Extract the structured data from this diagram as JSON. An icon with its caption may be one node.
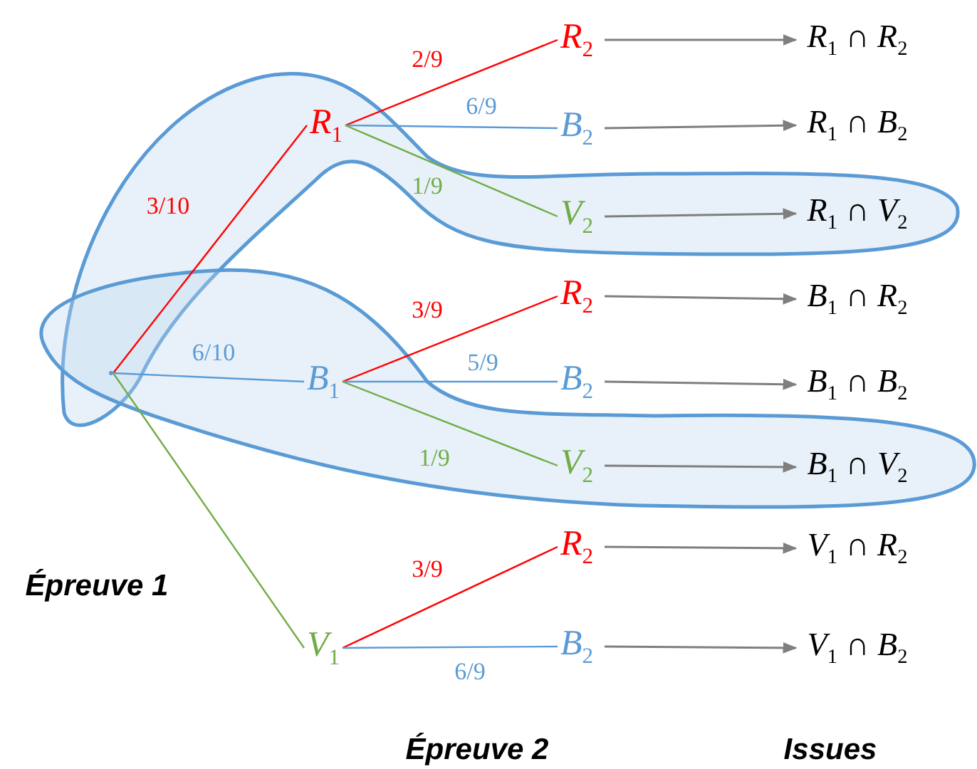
{
  "diagram": {
    "nodes": [
      {
        "text": [],
        "shape": "point"
      },
      {
        "text": [
          "R$_{1}$"
        ]
      },
      {
        "text": [
          "B$_{1}$"
        ]
      },
      {
        "text": [
          "V$_{1}$"
        ]
      },
      {
        "text": [
          "R$_{2}$"
        ]
      },
      {
        "text": [
          "B$_{2}$"
        ]
      },
      {
        "text": [
          "V$_{2}$"
        ]
      },
      {
        "text": [
          "R$_{2}$"
        ]
      },
      {
        "text": [
          "B$_{2}$"
        ]
      },
      {
        "text": [
          "V$_{2}$"
        ]
      },
      {
        "text": [
          "R$_{2}$"
        ]
      },
      {
        "text": [
          "B$_{2}$"
        ]
      },
      {
        "text": [
          "R$_{1}$ ∩ R$_{2}$"
        ]
      },
      {
        "text": [
          "R$_{1}$ ∩ B$_{2}$"
        ]
      },
      {
        "text": [
          "R$_{1}$ ∩ V$_{2}$"
        ]
      },
      {
        "text": [
          "B$_{1}$ ∩ R$_{2}$"
        ]
      },
      {
        "text": [
          "B$_{1}$ ∩ B$_{2}$"
        ]
      },
      {
        "text": [
          "B$_{1}$ ∩ V$_{2}$"
        ]
      },
      {
        "text": [
          "V$_{1}$ ∩ R$_{2}$"
        ]
      },
      {
        "text": [
          "V$_{1}$ ∩ B$_{2}$"
        ]
      }
    ],
    "edges": [
      {
        "from": 0,
        "to": 1,
        "arrow": "none",
        "label": "3/10",
        "color": "#ff0000"
      },
      {
        "from": 0,
        "to": 2,
        "arrow": "none",
        "label": "6/10",
        "color": "#5b9bd5"
      },
      {
        "from": 0,
        "to": 3,
        "arrow": "none",
        "color": "#70ad47"
      },
      {
        "from": 1,
        "to": 4,
        "arrow": "none",
        "label": "2/9",
        "color": "#ff0000"
      },
      {
        "from": 1,
        "to": 5,
        "arrow": "none",
        "label": "6/9",
        "color": "#5b9bd5"
      },
      {
        "from": 1,
        "to": 6,
        "arrow": "none",
        "label": "1/9",
        "color": "#70ad47"
      },
      {
        "from": 2,
        "to": 7,
        "arrow": "none",
        "label": "3/9",
        "color": "#ff0000"
      },
      {
        "from": 2,
        "to": 8,
        "arrow": "none",
        "label": "5/9",
        "color": "#5b9bd5"
      },
      {
        "from": 2,
        "to": 9,
        "arrow": "none",
        "label": "1/9",
        "color": "#70ad47"
      },
      {
        "from": 3,
        "to": 10,
        "arrow": "none",
        "label": "3/9",
        "color": "#ff0000"
      },
      {
        "from": 3,
        "to": 11,
        "arrow": "none",
        "label": "6/9",
        "color": "#5b9bd5"
      },
      {
        "from": 4,
        "to": 12,
        "arrow": "to"
      },
      {
        "from": 5,
        "to": 13,
        "arrow": "to"
      },
      {
        "from": 6,
        "to": 14,
        "arrow": "to"
      },
      {
        "from": 7,
        "to": 15,
        "arrow": "to"
      },
      {
        "from": 8,
        "to": 16,
        "arrow": "to"
      },
      {
        "from": 9,
        "to": 17,
        "arrow": "to"
      },
      {
        "from": 10,
        "to": 18,
        "arrow": "to"
      },
      {
        "from": 11,
        "to": 19,
        "arrow": "to"
      }
    ],
    "labels": [
      "Épreuve 1",
      "Épreuve 2",
      "Issues"
    ]
  }
}
